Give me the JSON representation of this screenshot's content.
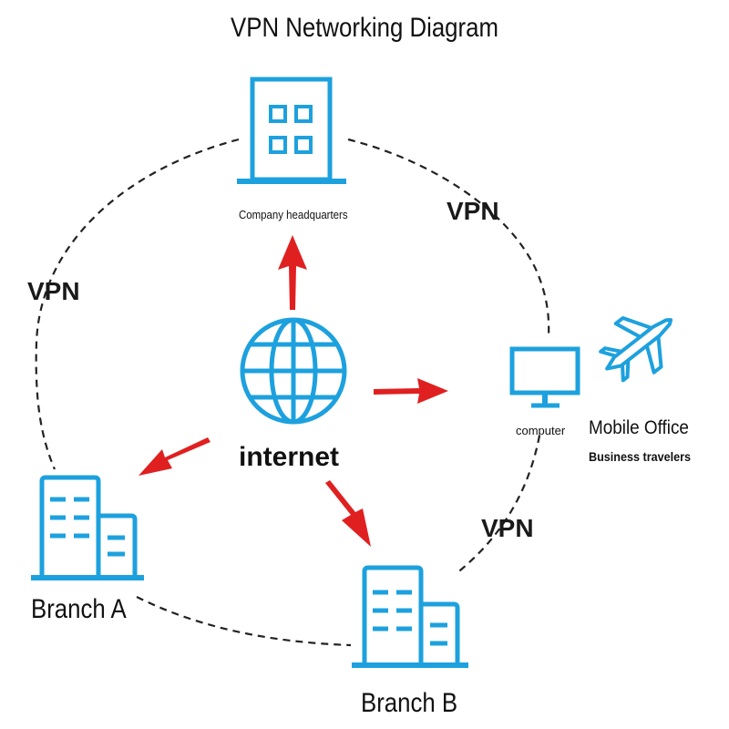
{
  "title": "VPN Networking Diagram",
  "nodes": {
    "headquarters": {
      "label": "Company headquarters",
      "icon": "office-building-icon"
    },
    "internet": {
      "label": "internet",
      "icon": "globe-icon"
    },
    "computer": {
      "label": "computer",
      "icon": "monitor-icon"
    },
    "mobile_office": {
      "label": "Mobile Office",
      "sublabel": "Business travelers",
      "icon": "airplane-icon"
    },
    "branch_a": {
      "label": "Branch A",
      "icon": "office-building-icon"
    },
    "branch_b": {
      "label": "Branch B",
      "icon": "office-building-icon"
    }
  },
  "links": {
    "vpn_left": "VPN",
    "vpn_top_right": "VPN",
    "vpn_bottom_right": "VPN"
  },
  "colors": {
    "icon": "#1da1de",
    "arrow": "#e02020",
    "dashed_ring": "#222222",
    "text": "#111111"
  }
}
